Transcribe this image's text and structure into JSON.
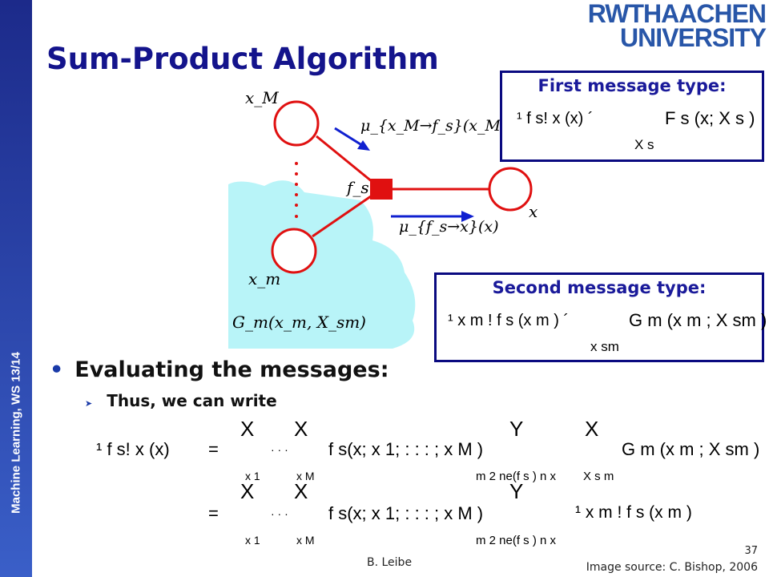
{
  "sidebar": {
    "text": "Machine Learning, WS 13/14"
  },
  "logo": {
    "line1": "RWTHAACHEN",
    "line2": "UNIVERSITY"
  },
  "title": "Sum-Product Algorithm",
  "diagram": {
    "labels": {
      "xM": "x_M",
      "xm": "x_m",
      "fs": "f_s",
      "x": "x",
      "msg1": "μ_{x_M→f_s}(x_M)",
      "msg2": "μ_{f_s→x}(x)",
      "G": "G_m(x_m, X_sm)"
    },
    "colors": {
      "node": "#e01010",
      "arrow": "#1020d0",
      "cloud": "#b8f4f8"
    }
  },
  "box1": {
    "title": "First message type:",
    "formula_lhs": "¹ f s!  x (x)  ´",
    "formula_rhs": "F s (x; X s )",
    "formula_under": "X s"
  },
  "box2": {
    "title": "Second message type:",
    "formula_lhs": "¹ x m !  f s (x m )  ´",
    "formula_rhs": "G m (x m ; X sm )",
    "formula_under": "x sm"
  },
  "bullet": "Evaluating the messages:",
  "subbullet": "Thus, we can write",
  "eq": {
    "line1_lhs": "¹ f s!  x (x)",
    "eq": "=",
    "sum": "X",
    "dots": "· · ·",
    "fs_term": "f s(x; x 1; : : : ; x M )",
    "prod": "Y",
    "G_term": "G m (x m ; X sm )",
    "sub_x1": "x 1",
    "sub_xM": "x M",
    "sub_ne": "m 2 ne(f s ) n x",
    "sub_Xsm": "X s m",
    "line2_msg": "¹ x m !  f s (x m )"
  },
  "footer": {
    "author": "B. Leibe",
    "source": "Image source: C. Bishop, 2006",
    "page": "37"
  }
}
